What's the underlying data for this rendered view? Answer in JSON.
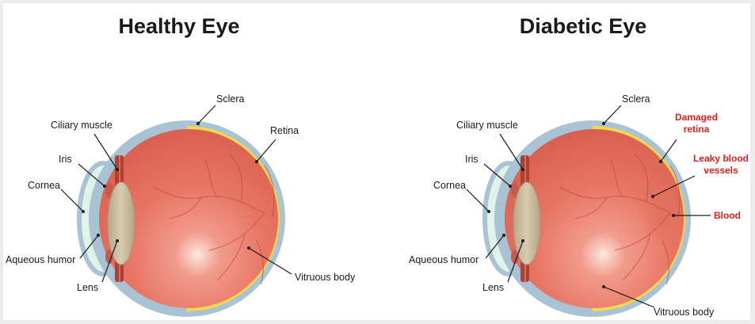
{
  "titles": {
    "healthy": "Healthy Eye",
    "diabetic": "Diabetic Eye"
  },
  "healthy_labels": {
    "sclera": "Sclera",
    "retina": "Retina",
    "ciliary_muscle": "Ciliary muscle",
    "iris": "Iris",
    "cornea": "Cornea",
    "aqueous_humor": "Aqueous humor",
    "lens": "Lens",
    "vitreous_body": "Vitruous body"
  },
  "diabetic_labels": {
    "sclera": "Sclera",
    "ciliary_muscle": "Ciliary muscle",
    "iris": "Iris",
    "cornea": "Cornea",
    "aqueous_humor": "Aqueous humor",
    "lens": "Lens",
    "vitreous_body": "Vitruous body",
    "damaged_retina_line1": "Damaged",
    "damaged_retina_line2": "retina",
    "leaky_vessels_line1": "Leaky blood",
    "leaky_vessels_line2": "vessels",
    "blood": "Blood"
  },
  "colors": {
    "sclera": "#a9c3d4",
    "eye_interior": "#e87563",
    "retina": "#f3d94a",
    "lens": "#c9b99a",
    "cornea": "#dff3e8",
    "alert_label": "#e02020"
  }
}
